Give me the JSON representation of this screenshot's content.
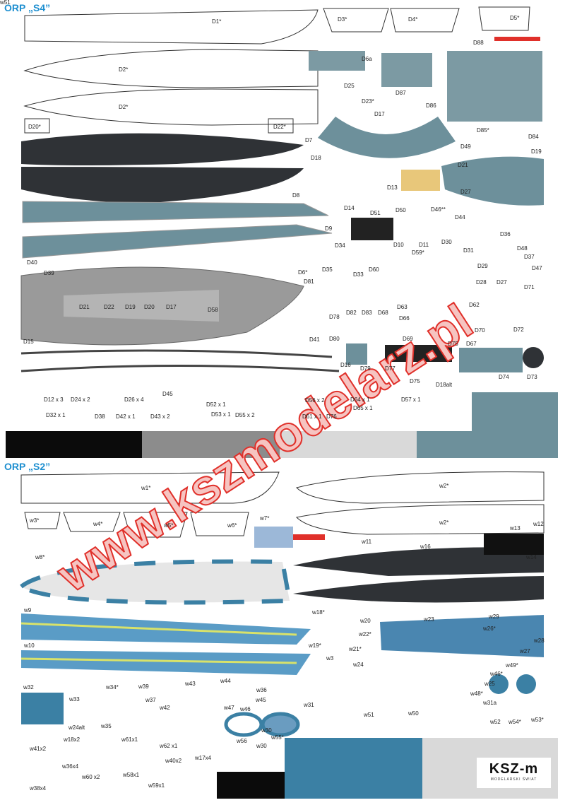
{
  "sheet": {
    "title_s4": "ORP „S4”",
    "title_s2": "ORP „S2”",
    "watermark": "www.kszmodelarz.pl",
    "logo": {
      "mark": "KSZ-m",
      "subtitle": "MODELARSKI ŚWIAT"
    },
    "colors": {
      "black": "#0b0b0b",
      "gray": "#8c8c8c",
      "light_gray": "#d9d9d9",
      "s4_teal": "#6d909b",
      "s2_blue": "#3b80a4",
      "hull_dark": "#2f3236",
      "deck_gray": "#9a9a9a",
      "red": "#e0302a"
    }
  },
  "labels": [
    "D1*",
    "D3*",
    "D4*",
    "D5*",
    "D88",
    "D6a",
    "D87",
    "D25",
    "D23*",
    "D86",
    "D2*",
    "D2*",
    "D20*",
    "D22*",
    "D17",
    "D85*",
    "D84",
    "D7",
    "D18",
    "D49",
    "D19",
    "D21",
    "D13",
    "D27",
    "D8",
    "D14",
    "D51",
    "D50",
    "D46**",
    "D44",
    "D9",
    "D10",
    "D11",
    "D30",
    "D36",
    "D34",
    "D59*",
    "D31",
    "D48",
    "D37",
    "D40",
    "D39",
    "D35",
    "D33",
    "D60",
    "D6*",
    "D29",
    "D47",
    "D28",
    "D27",
    "D71",
    "D81",
    "D21",
    "D22",
    "D19",
    "D20",
    "D17",
    "D58",
    "D82",
    "D83",
    "D68",
    "D63",
    "D62",
    "D66",
    "D69",
    "D78",
    "D70",
    "D41",
    "D80",
    "D75",
    "D67",
    "D72",
    "D15",
    "D16",
    "D79",
    "D77",
    "D74",
    "D73",
    "D75",
    "D18alt",
    "D12 x 3",
    "D24 x 2",
    "D26 x 4",
    "D45",
    "D52 x 1",
    "D32 x 1",
    "D38",
    "D42 x 1",
    "D43 x 2",
    "D53 x 1",
    "D55 x 2",
    "D56 x 2",
    "D64 x 1",
    "D65 x 1",
    "D61 x 1",
    "D76",
    "D57 x 1",
    "w1*",
    "w2*",
    "w2*",
    "w3*",
    "w4*",
    "w5*",
    "w6*",
    "w7*",
    "w13",
    "w12",
    "w11",
    "w16",
    "w14",
    "w8*",
    "w9",
    "w18*",
    "w20",
    "w22*",
    "w23",
    "w29",
    "w26*",
    "w28",
    "w27",
    "w10",
    "w19*",
    "w21*",
    "w3",
    "w24",
    "w49*",
    "w46*",
    "w48*",
    "w25",
    "w31a",
    "w52",
    "w54*",
    "w53*",
    "w32",
    "w34*",
    "w39",
    "w43",
    "w44",
    "w33",
    "w37",
    "w47",
    "w46",
    "w45",
    "w36",
    "w30",
    "w42",
    "w31",
    "w35",
    "w51",
    "w50",
    "w56",
    "w55*",
    "w30",
    "w24alt",
    "w18x2",
    "w61x1",
    "w41x2",
    "w62 x1",
    "w40x2",
    "w17x4",
    "w36x4",
    "w60 x2",
    "w58x1",
    "w38x4",
    "w59x1",
    "w51"
  ]
}
